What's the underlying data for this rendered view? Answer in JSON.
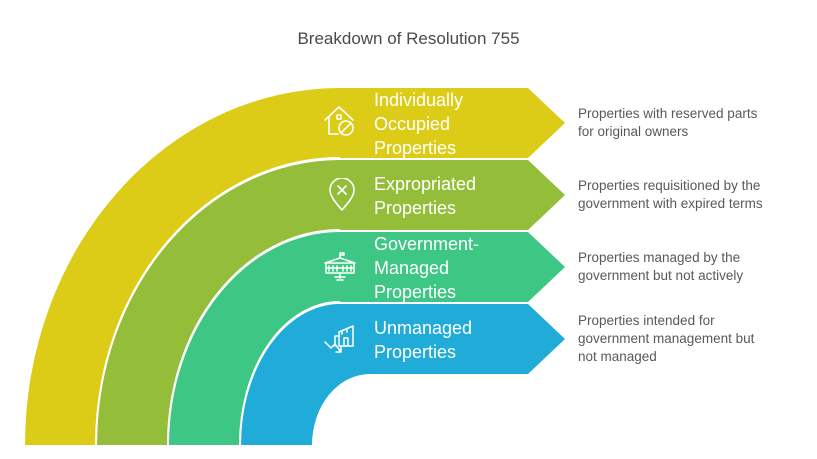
{
  "title": "Breakdown of Resolution 755",
  "colors": {
    "individually_occupied": "#dccc17",
    "expropriated": "#94be3a",
    "government_managed": "#3ec784",
    "unmanaged": "#20abd9",
    "separator": "#ffffff",
    "description_text": "#555a5c",
    "title_text": "#4a4a4a"
  },
  "layers": [
    {
      "label_lines": [
        "Individually",
        "Occupied",
        "Properties"
      ],
      "icon": "house-prohibited-icon",
      "description_lines": [
        "Properties with reserved parts",
        "for original owners"
      ]
    },
    {
      "label_lines": [
        "Expropriated",
        "Properties"
      ],
      "icon": "location-pin-x-icon",
      "description_lines": [
        "Properties requisitioned by the",
        "government with expired terms"
      ]
    },
    {
      "label_lines": [
        "Government-",
        "Managed",
        "Properties"
      ],
      "icon": "government-building-icon",
      "description_lines": [
        "Properties managed by the",
        "government but not actively"
      ]
    },
    {
      "label_lines": [
        "Unmanaged",
        "Properties"
      ],
      "icon": "buildings-decline-icon",
      "description_lines": [
        "Properties intended for",
        "government management but",
        "not managed"
      ]
    }
  ]
}
